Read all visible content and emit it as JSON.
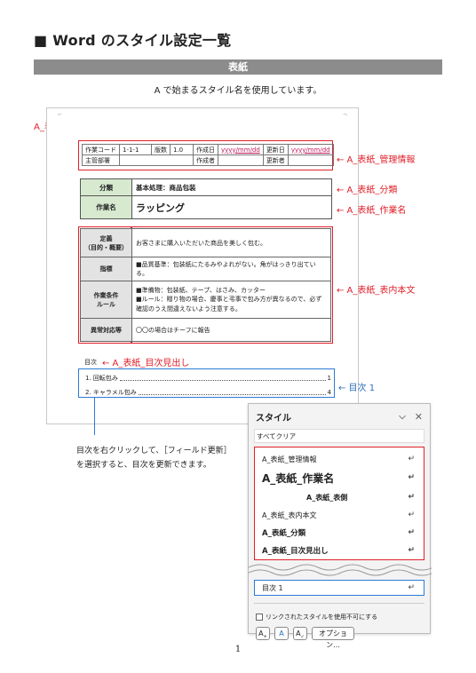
{
  "header": {
    "title": "■ Word のスタイル設定一覧",
    "section": "表紙",
    "subtitle": "A で始まるスタイル名を使用しています。"
  },
  "doc": {
    "mgmt": {
      "r1": [
        "作業コード",
        "1-1-1",
        "版数",
        "1.0",
        "作成日",
        "yyyy/mm/dd",
        "更新日",
        "yyyy/mm/dd"
      ],
      "r2": [
        "主管部署",
        "作成者",
        "更新者"
      ]
    },
    "category": {
      "label1": "分類",
      "value1": "基本処理：商品包装",
      "label2": "作業名",
      "value2": "ラッピング"
    },
    "body_rows": [
      {
        "label": "定義\n（目的・概要）",
        "text": "お客さまに購入いただいた商品を美しく包む。"
      },
      {
        "label": "指標",
        "text": "■品質基準：包装紙にたるみやよれがない。角がはっきり出ている。"
      },
      {
        "label": "作業条件\nルール",
        "text": "■準備物：包装紙、テープ、はさみ、カッター\n■ルール：贈り物の場合、慶事と弔事で包み方が異なるので、必ず確認のうえ間違えないよう注意する。"
      },
      {
        "label": "異常対応等",
        "text": "〇〇の場合はチーフに報告"
      }
    ],
    "toc_heading": "目次",
    "toc": [
      {
        "text": "1. 回転包み",
        "page": "1"
      },
      {
        "text": "2. キャラメル包み",
        "page": "4"
      }
    ]
  },
  "callouts": {
    "side": "A_表紙_表側",
    "mgmt": "← A_表紙_管理情報",
    "category": "← A_表紙_分類",
    "worker": "← A_表紙_作業名",
    "body": "← A_表紙_表内本文",
    "toc_head": "← A_表紙_目次見出し",
    "toc": "← 目次 1"
  },
  "note": "目次を右クリックして、［フィールド更新］\nを選択すると、目次を更新できます。",
  "panel": {
    "title": "スタイル",
    "clear_all": "すべてクリア",
    "styles": [
      "A_表紙_管理情報",
      "A_表紙_作業名",
      "A_表紙_表側",
      "A_表紙_表内本文",
      "A_表紙_分類",
      "A_表紙_目次見出し"
    ],
    "toc_style": "目次 1",
    "checkbox_label": "リンクされたスタイルを使用不可にする",
    "options_button": "オプション...",
    "return_mark": "↵"
  },
  "page_number": "1",
  "colors": {
    "accent_red": "#e0202a",
    "accent_blue": "#2b7bd6",
    "section_gray": "#8c8c8c"
  }
}
